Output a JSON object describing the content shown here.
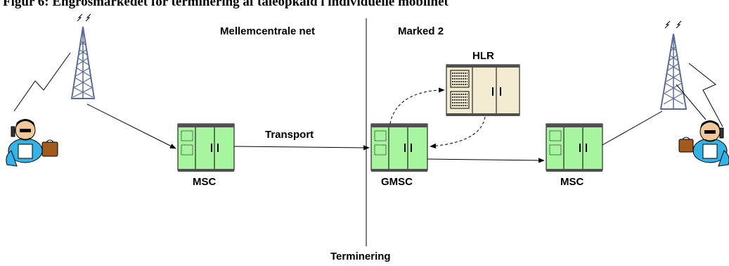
{
  "figure": {
    "title": "Figur 6: Engrosmarkedet for terminering af taleopkald i individuelle mobilnet"
  },
  "diagram": {
    "regions": {
      "left": "Mellemcentrale net",
      "right": "Marked 2"
    },
    "divider_label": "Terminering",
    "nodes": {
      "msc_left": "MSC",
      "gmsc": "GMSC",
      "hlr": "HLR",
      "msc_right": "MSC"
    },
    "edge_labels": {
      "transport": "Transport"
    },
    "colors": {
      "switch_fill": "#a8f5a0",
      "hlr_fill": "#f2ecd2",
      "tower": "#5b6b98",
      "person_shirt": "#33b3e6",
      "briefcase": "#a05a1e"
    }
  }
}
